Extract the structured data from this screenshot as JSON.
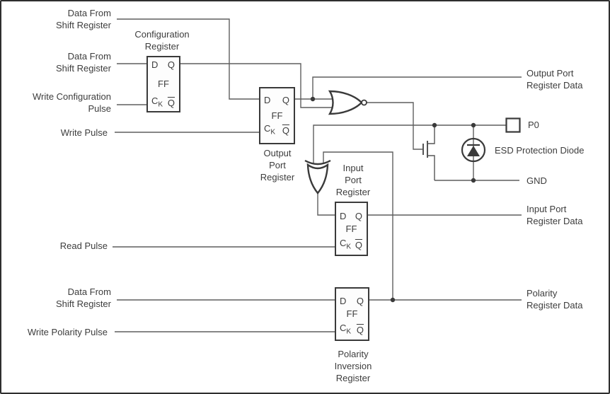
{
  "diagram": {
    "left_labels": {
      "data_from_shift_register_1": "Data From\nShift Register",
      "data_from_shift_register_2": "Data From\nShift Register",
      "write_configuration_pulse": "Write Configuration\nPulse",
      "write_pulse": "Write Pulse",
      "read_pulse": "Read Pulse",
      "data_from_shift_register_3": "Data From\nShift Register",
      "write_polarity_pulse": "Write Polarity Pulse"
    },
    "right_labels": {
      "output_port_register_data": "Output Port\nRegister Data",
      "p0": "P0",
      "esd_protection_diode": "ESD Protection Diode",
      "gnd": "GND",
      "input_port_register_data": "Input Port\nRegister Data",
      "polarity_register_data": "Polarity\nRegister Data"
    },
    "register_titles": {
      "configuration": "Configuration\nRegister",
      "output_port": "Output\nPort\nRegister",
      "input_port": "Input\nPort\nRegister",
      "polarity_inversion": "Polarity\nInversion\nRegister"
    },
    "ff_pins": {
      "d": "D",
      "q": "Q",
      "ff": "FF",
      "clock_c": "C",
      "clock_k": "K",
      "q_bar": "Q"
    },
    "colors": {
      "wire": "#5f5f5f",
      "component_stroke": "#3a3a3a",
      "text": "#3d3d3d",
      "background": "#ffffff"
    }
  }
}
